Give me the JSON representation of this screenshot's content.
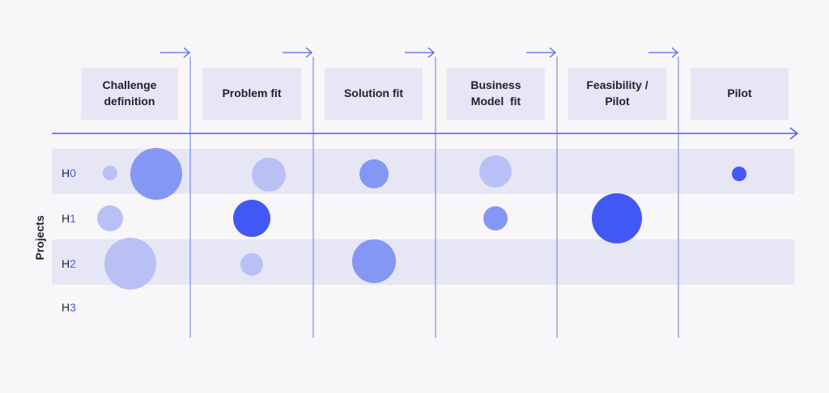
{
  "axis_title": "Projects",
  "colors": {
    "accent": "#4a5cf0",
    "band": "#e6e6f5",
    "dot_light": "#b8c0f6",
    "dot_mid": "#8597f4",
    "dot_dark": "#4258f5"
  },
  "stages": [
    {
      "id": "challenge",
      "label": "Challenge definition"
    },
    {
      "id": "problem",
      "label": "Problem fit"
    },
    {
      "id": "solution",
      "label": "Solution fit"
    },
    {
      "id": "business",
      "label": "Business Model  fit"
    },
    {
      "id": "feasibility",
      "label": "Feasibility / Pilot"
    },
    {
      "id": "pilot",
      "label": "Pilot"
    }
  ],
  "rows": [
    {
      "id": "h0",
      "prefix": "H",
      "num": "0"
    },
    {
      "id": "h1",
      "prefix": "H",
      "num": "1"
    },
    {
      "id": "h2",
      "prefix": "H",
      "num": "2"
    },
    {
      "id": "h3",
      "prefix": "H",
      "num": "3"
    }
  ]
}
